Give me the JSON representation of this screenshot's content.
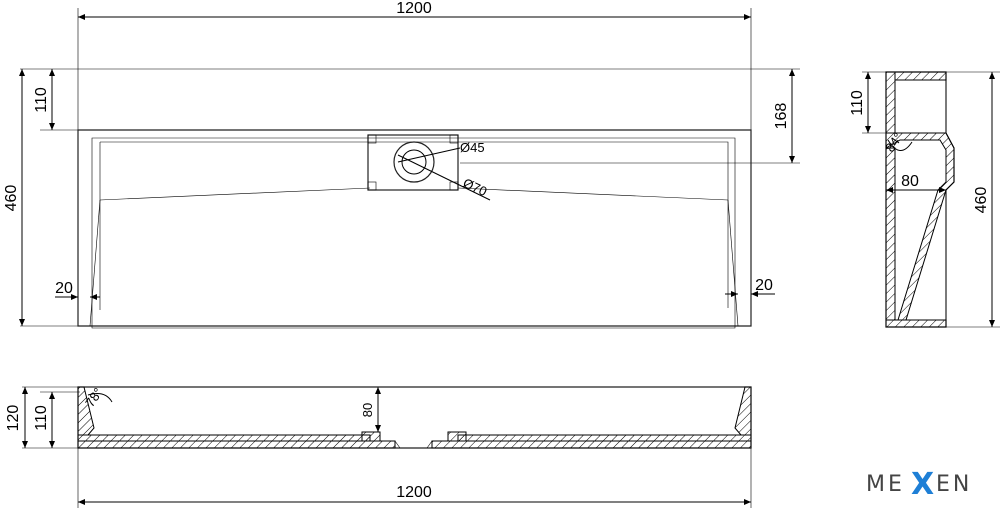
{
  "top_view": {
    "width_label": "1200",
    "total_height_label": "460",
    "top_rim_label": "110",
    "drain_offset_label": "168",
    "drain_inner_label": "Ø45",
    "drain_outer_label": "Ø70",
    "left_wall_label": "20",
    "right_wall_label": "20"
  },
  "side_view": {
    "top_label": "110",
    "angle_label": "84°",
    "depth_label": "80",
    "total_height_label": "460"
  },
  "front_view": {
    "outer_height_label": "120",
    "inner_height_label": "110",
    "angle_label": "78°",
    "basin_depth_label": "80",
    "width_label": "1200"
  },
  "brand": {
    "prefix": "ME",
    "mark": "X",
    "suffix": "EN",
    "mark_color": "#1e7fd6"
  }
}
